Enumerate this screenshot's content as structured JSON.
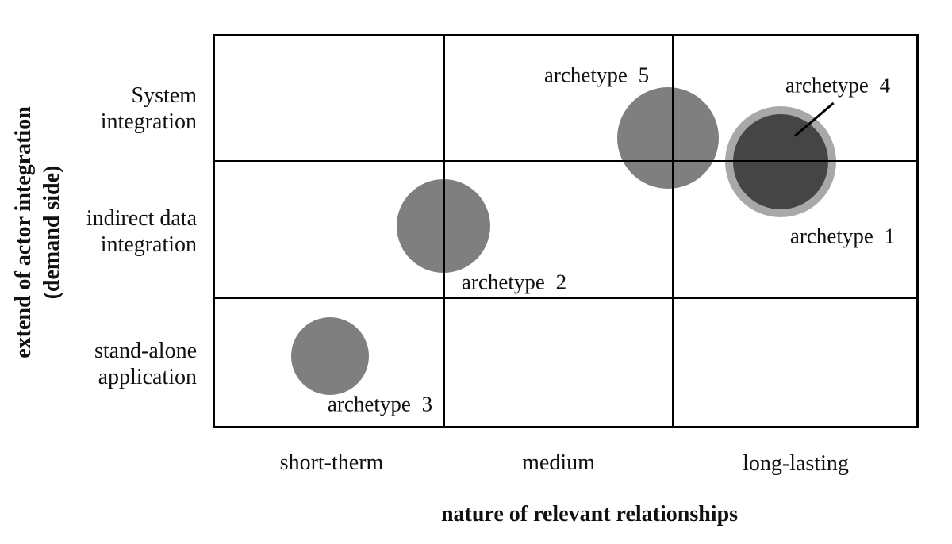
{
  "chart_data": {
    "type": "bubble",
    "title": "",
    "x_axis": {
      "title": "nature of relevant relationships",
      "categories": [
        "short-therm",
        "medium",
        "long-lasting"
      ],
      "range_units": [
        0,
        3
      ],
      "gridlines": true
    },
    "y_axis": {
      "title": "extend of actor integration (demand side)",
      "title_lines": [
        "extend of actor integration",
        "(demand side)"
      ],
      "categories": [
        "stand-alone application",
        "indirect data integration",
        "System integration"
      ],
      "category_lines": [
        [
          "stand-alone",
          "application"
        ],
        [
          "indirect data",
          "integration"
        ],
        [
          "System",
          "integration"
        ]
      ],
      "range_units": [
        0,
        3
      ],
      "gridlines": true
    },
    "grid": "3x3 matrix, black frame and inner gridlines drawn over bubbles",
    "bubbles": [
      {
        "label": "archetype 1",
        "x_units": 2.41,
        "y_units": 2.03,
        "radius_px": 70,
        "color": "#a8a8a8",
        "visible_as": "light ring behind archetype 4"
      },
      {
        "label": "archetype 2",
        "x_units": 0.98,
        "y_units": 1.54,
        "radius_px": 59,
        "color": "#7f7f7f"
      },
      {
        "label": "archetype 3",
        "x_units": 0.5,
        "y_units": 0.55,
        "radius_px": 49,
        "color": "#7f7f7f"
      },
      {
        "label": "archetype 4",
        "x_units": 2.41,
        "y_units": 2.03,
        "radius_px": 60,
        "color": "#454545",
        "pointer_line": true
      },
      {
        "label": "archetype 5",
        "x_units": 1.93,
        "y_units": 2.21,
        "radius_px": 64,
        "color": "#7f7f7f"
      }
    ],
    "colors": {
      "line": "#000000",
      "text": "#111111",
      "background": "#ffffff"
    },
    "legend": "none"
  }
}
